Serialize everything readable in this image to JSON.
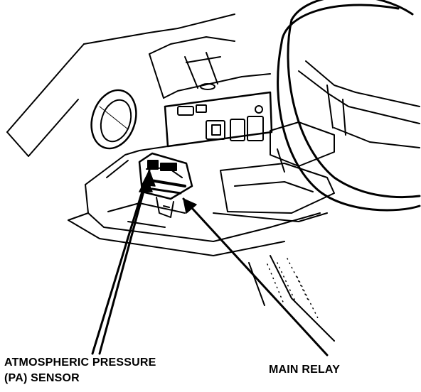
{
  "labels": {
    "pa_sensor_line1": "ATMOSPHERIC PRESSURE",
    "pa_sensor_line2": "(PA) SENSOR",
    "main_relay": "MAIN RELAY"
  },
  "colors": {
    "ink": "#000000",
    "paper": "#ffffff"
  }
}
